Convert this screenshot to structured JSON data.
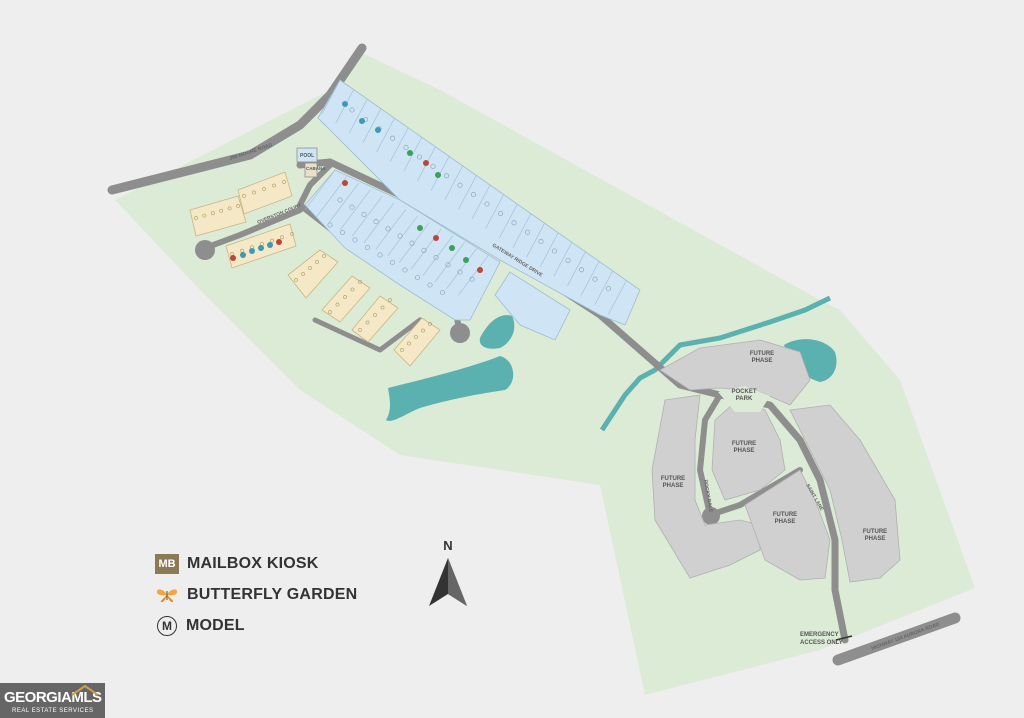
{
  "map": {
    "roads": {
      "jim_moore": "JIM MOORE ROAD",
      "highway": "HIGHWAY 124 AURORA ROAD",
      "gateway": "GATEWAY RIDGE DRIVE",
      "saint_lane": "SAINT LANE",
      "rocky_dale": "ROCKY DALE",
      "court": "OVERSTON COURT"
    },
    "future_phase_label": "FUTURE\nPHASE",
    "pocket_park_label": "POCKET\nPARK",
    "pool_label": "POOL",
    "cabana_label": "CABANA",
    "emergency_label_1": "EMERGENCY",
    "emergency_label_2": "ACCESS ONLY",
    "colors": {
      "green_space": "#dcebd6",
      "road": "#8e8e8e",
      "water": "#5bb0b0",
      "blue_lots": "#cfe5f5",
      "townhomes": "#f4e8c6",
      "future_phase": "#d0d0d0"
    }
  },
  "legend": {
    "mailbox_badge": "MB",
    "mailbox_label": "MAILBOX KIOSK",
    "butterfly_label": "BUTTERFLY GARDEN",
    "model_badge": "M",
    "model_label": "MODEL"
  },
  "compass": {
    "north": "N",
    "icon": "north-arrow-icon"
  },
  "watermark": {
    "brand": "GEORGIAMLS",
    "sub": "REAL ESTATE SERVICES"
  }
}
